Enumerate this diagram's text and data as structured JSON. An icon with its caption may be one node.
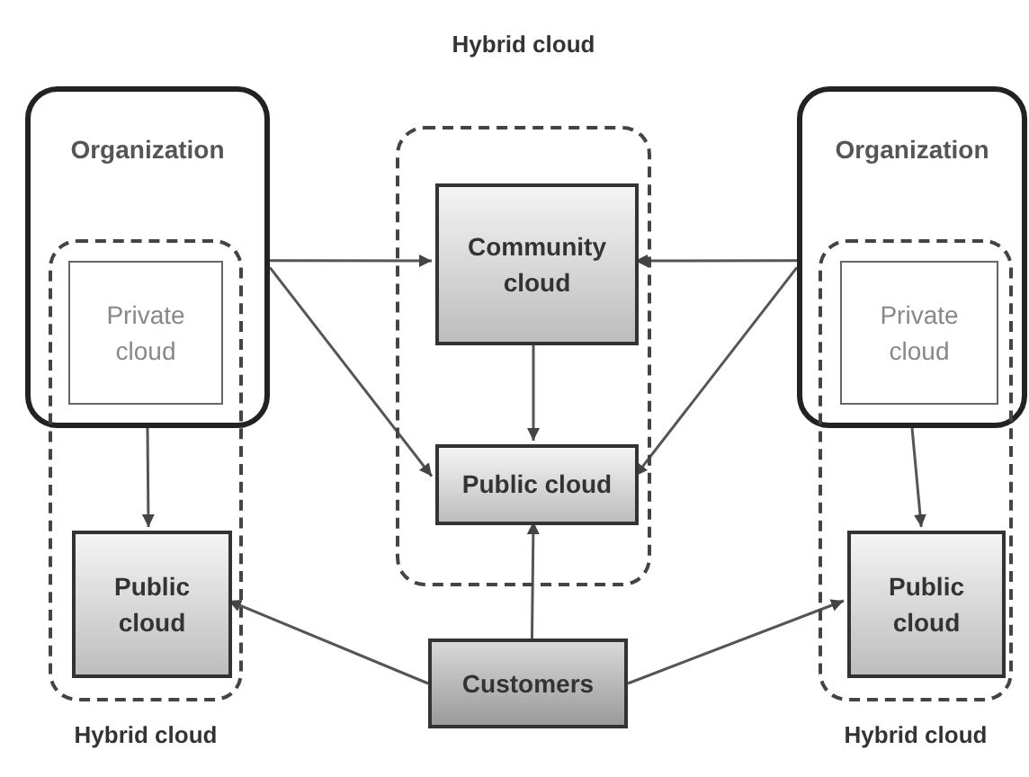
{
  "diagram": {
    "nodes": [
      {
        "text": [
          "Hybrid cloud"
        ]
      },
      {
        "text": [
          "Community cloud"
        ],
        "in": 0
      },
      {
        "text": [
          "Public cloud"
        ],
        "in": 0
      },
      {
        "text": [
          "Organization"
        ]
      },
      {
        "text": [
          "Hybrid cloud"
        ]
      },
      {
        "text": [
          "Private cloud"
        ]
      },
      {
        "text": [
          "Public cloud"
        ],
        "in": 4
      },
      {
        "text": [
          "Organization"
        ]
      },
      {
        "text": [
          "Hybrid cloud"
        ]
      },
      {
        "text": [
          "Private cloud"
        ]
      },
      {
        "text": [
          "Public cloud"
        ],
        "in": 8
      },
      {
        "text": [
          "Customers"
        ]
      }
    ],
    "edges": [
      {
        "from": 3,
        "to": 1,
        "arrow": "to"
      },
      {
        "from": 3,
        "to": 2,
        "arrow": "to"
      },
      {
        "from": 7,
        "to": 1,
        "arrow": "to"
      },
      {
        "from": 7,
        "to": 2,
        "arrow": "to"
      },
      {
        "from": 1,
        "to": 2,
        "arrow": "to"
      },
      {
        "from": 3,
        "to": 6,
        "arrow": "to"
      },
      {
        "from": 7,
        "to": 10,
        "arrow": "to"
      },
      {
        "from": 11,
        "to": 2,
        "arrow": "to"
      },
      {
        "from": 11,
        "to": 6,
        "arrow": "to"
      },
      {
        "from": 11,
        "to": 10,
        "arrow": "to"
      }
    ]
  }
}
